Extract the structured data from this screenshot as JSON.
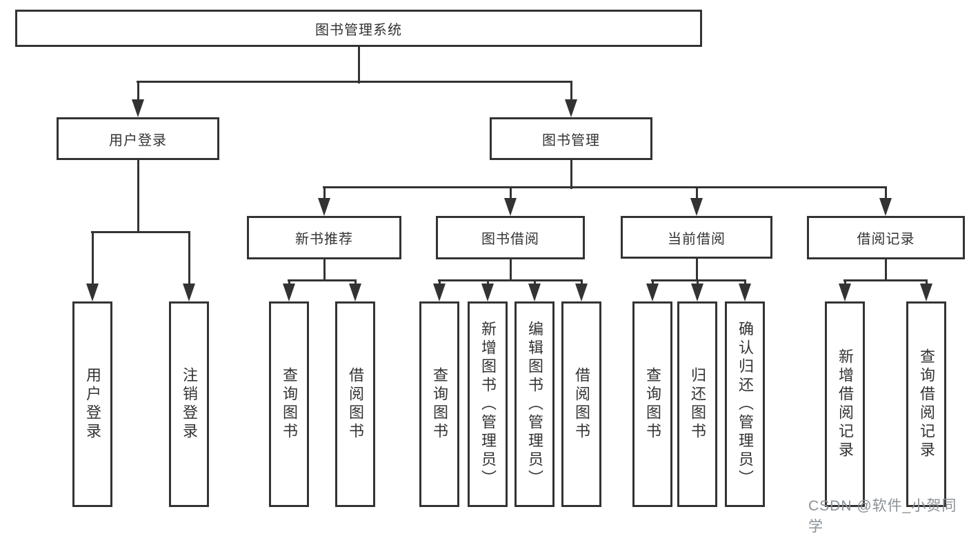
{
  "diagram_title": "图书管理系统",
  "tree": {
    "root": "图书管理系统",
    "branches": [
      {
        "label": "用户登录",
        "children": [
          "用户登录",
          "注销登录"
        ]
      },
      {
        "label": "图书管理",
        "children": [
          {
            "label": "新书推荐",
            "children": [
              "查询图书",
              "借阅图书"
            ]
          },
          {
            "label": "图书借阅",
            "children": [
              "查询图书",
              "新增图书（管理员）",
              "编辑图书（管理员）",
              "借阅图书"
            ]
          },
          {
            "label": "当前借阅",
            "children": [
              "查询图书",
              "归还图书",
              "确认归还（管理员）"
            ]
          },
          {
            "label": "借阅记录",
            "children": [
              "新增借阅记录",
              "查询借阅记录"
            ]
          }
        ]
      }
    ]
  },
  "watermark": {
    "text": "CSDN @软件_小贺同学"
  },
  "colors": {
    "line": "#333333",
    "text": "#333333",
    "background": "#ffffff",
    "watermark": "#8a9096"
  }
}
